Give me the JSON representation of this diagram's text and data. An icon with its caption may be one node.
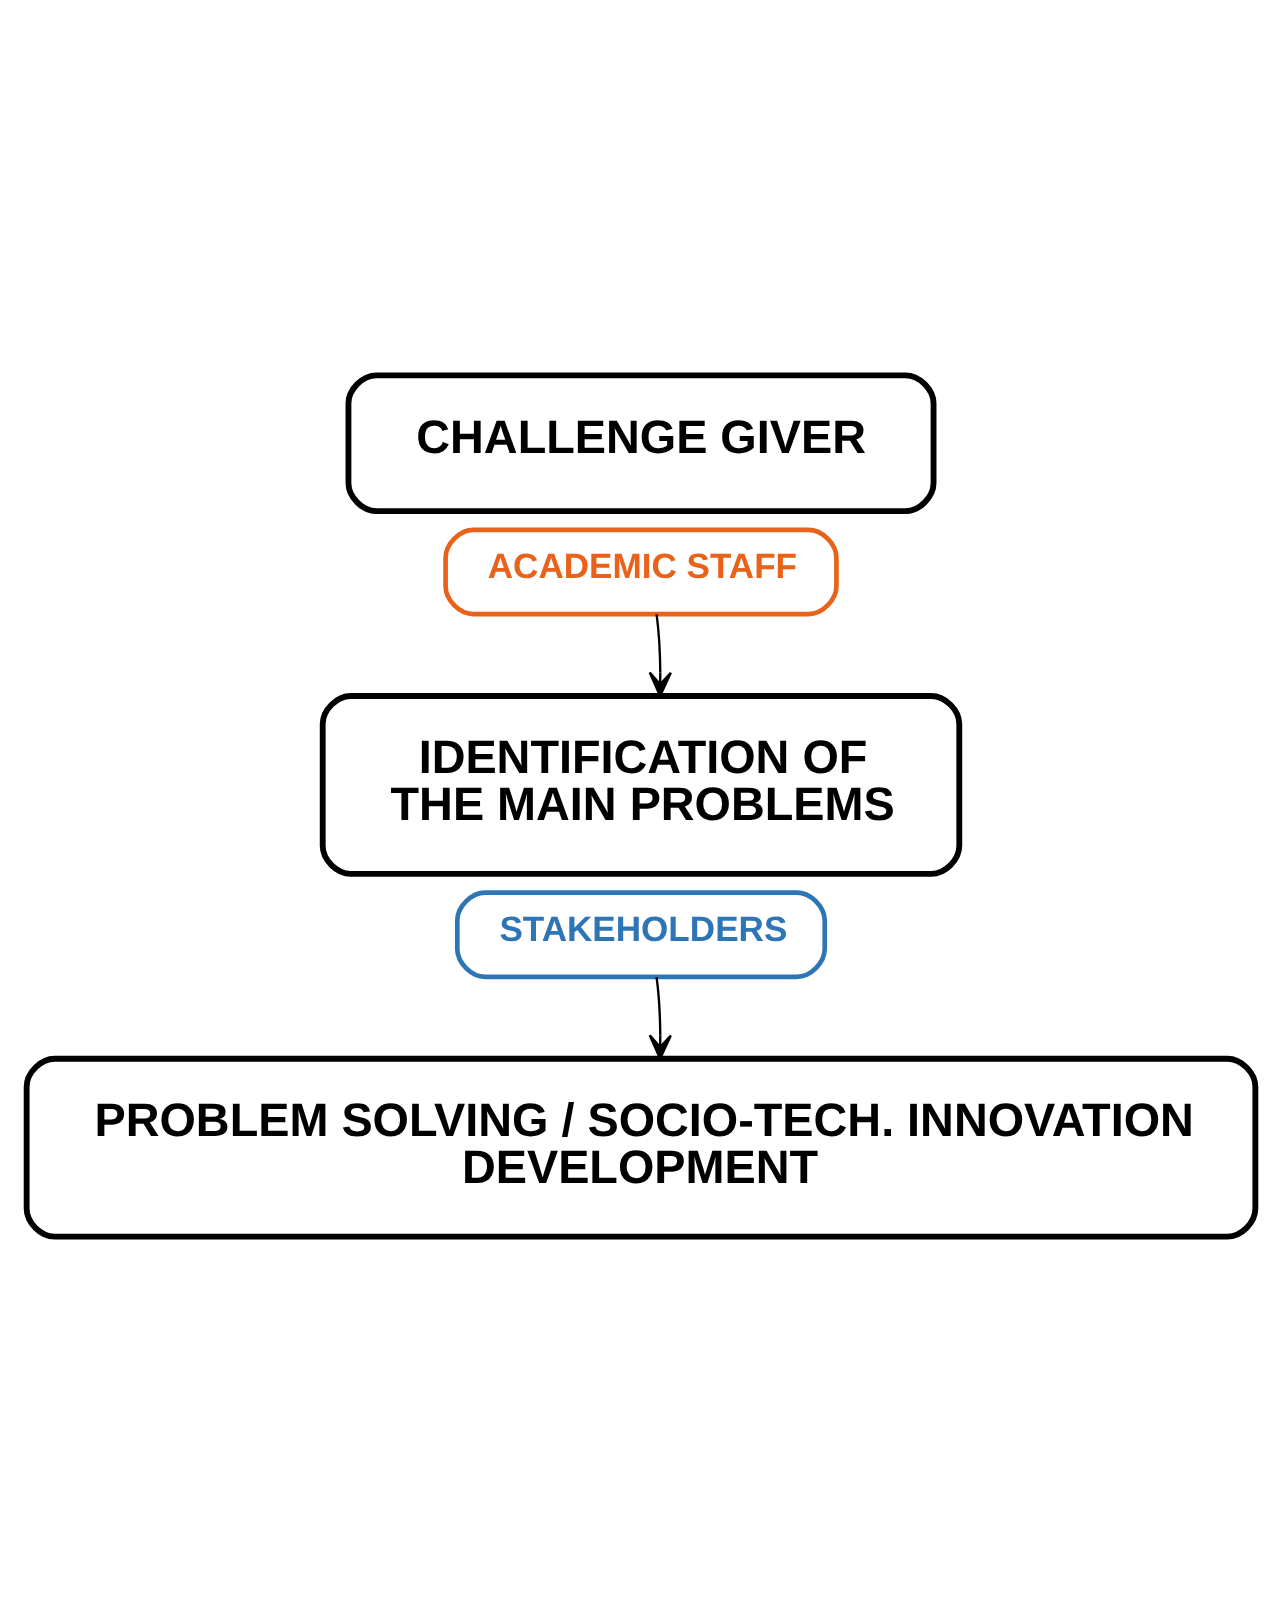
{
  "diagram": {
    "nodes": [
      {
        "text": [
          "CHALLENGE GIVER"
        ]
      },
      {
        "text": [
          "ACADEMIC STAFF"
        ]
      },
      {
        "text": [
          "IDENTIFICATION OF THE MAIN PROBLEMS"
        ]
      },
      {
        "text": [
          "STAKEHOLDERS"
        ]
      },
      {
        "text": [
          "PROBLEM SOLVING / SOCIO-TECH. INNOVATION DEVELOPMENT"
        ]
      }
    ],
    "edges": [
      {
        "from": 1,
        "to": 2,
        "arrow": "to"
      },
      {
        "from": 3,
        "to": 4,
        "arrow": "to"
      }
    ]
  }
}
